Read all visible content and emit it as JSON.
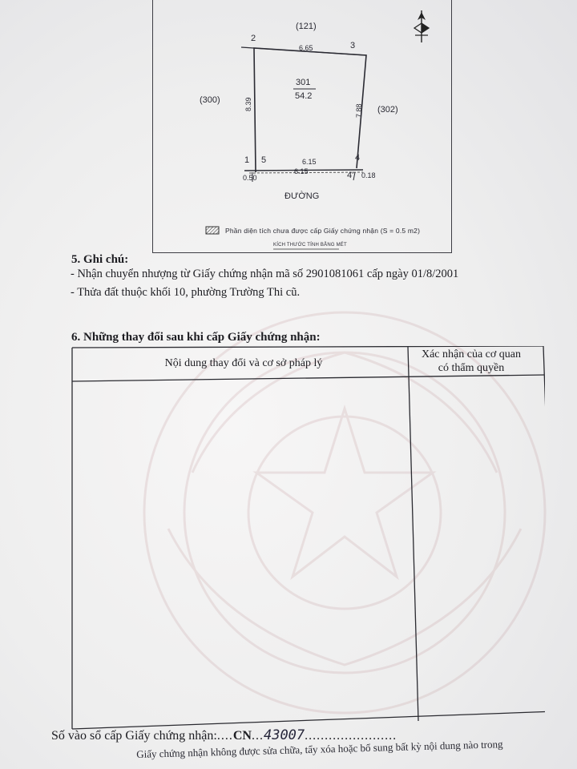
{
  "plot": {
    "top_neighbor": "(121)",
    "left_neighbor": "(300)",
    "right_neighbor": "(302)",
    "parcel_number": "301",
    "parcel_area": "54.2",
    "points": {
      "p1": "1",
      "p2": "2",
      "p3": "3",
      "p4": "4",
      "p4b": "4'",
      "p5": "5"
    },
    "edges": {
      "top": "6.65",
      "left": "8.39",
      "right": "7.88",
      "bottom_inner": "6.15",
      "bottom_outer": "6.15",
      "offset_left": "0.50",
      "offset_right": "0.18"
    },
    "road_label": "ĐƯỜNG",
    "legend_text": "Phần diện tích chưa được cấp Giấy chứng nhận (S = 0.5 m2)",
    "scale_note": "KÍCH THƯỚC TÍNH BẰNG MÉT"
  },
  "notes": {
    "title": "5. Ghi chú:",
    "lines": [
      "-  Nhận chuyển nhượng từ Giấy chứng nhận mã số 2901081061 cấp ngày 01/8/2001",
      "- Thửa đất thuộc khối 10, phường Trường Thi cũ."
    ]
  },
  "changes": {
    "title": "6. Những thay đổi sau khi cấp Giấy chứng nhận:",
    "col1_header": "Nội dung thay đổi và cơ sở pháp lý",
    "col2_header_line1": "Xác nhận của cơ quan",
    "col2_header_line2": "có thẩm quyền"
  },
  "registry": {
    "label": "Số vào sổ cấp Giấy chứng nhận:",
    "prefix": "CN",
    "number": "43007"
  },
  "footer_fragment": "Giấy chứng nhận không được sửa chữa, tẩy xóa hoặc bổ sung bất kỳ nội dung nào trong"
}
